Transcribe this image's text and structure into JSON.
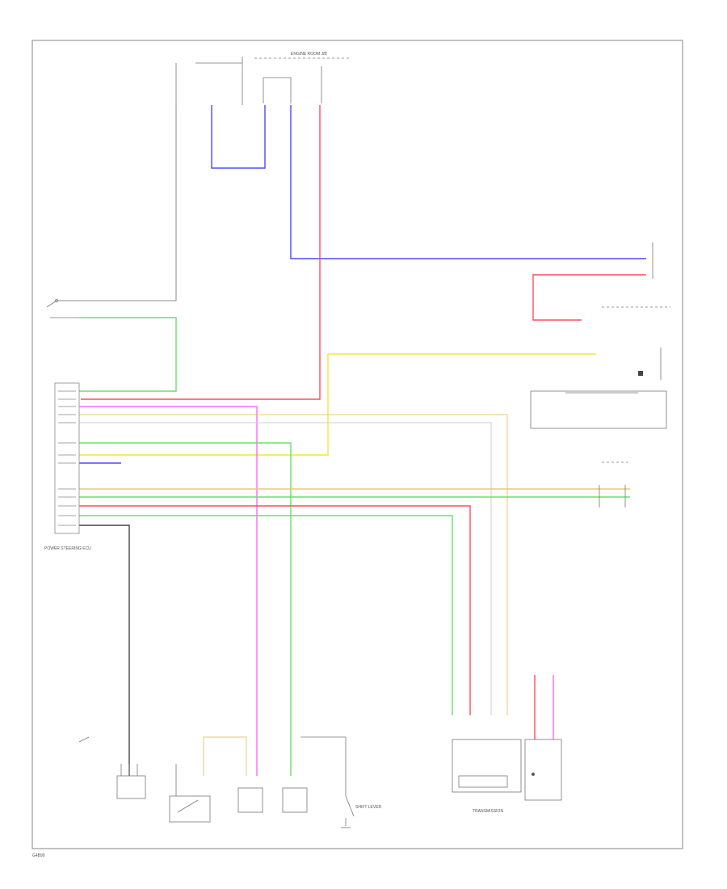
{
  "diagram": {
    "page_code": "G4B90",
    "labels": {
      "top_relay": "ENGINE ROOM J/B",
      "ecu": "POWER STEERING ECU",
      "transmission": "TRANSMISSION",
      "shifter": "SHIFT LEVER"
    },
    "wire_colors": {
      "blue": "#4a4aff",
      "red": "#ff4d5e",
      "yellow": "#f2e63a",
      "green": "#66e066",
      "pink": "#ff66ff",
      "tan": "#e8c87a",
      "grey": "#444444",
      "frame": "#999999"
    }
  }
}
